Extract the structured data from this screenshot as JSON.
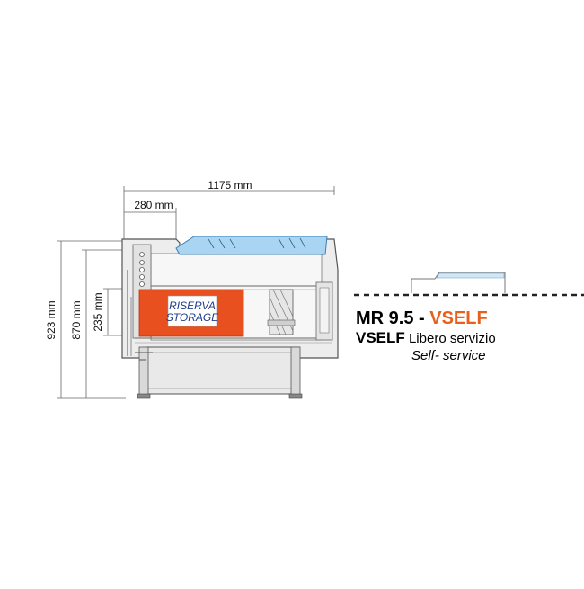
{
  "dimensions": {
    "width_total": "1175 mm",
    "width_partial": "280 mm",
    "height_total": "923 mm",
    "height_counter": "870 mm",
    "height_storage": "235 mm"
  },
  "storage_label": {
    "line1": "RISERVA",
    "line2": "STORAGE"
  },
  "model": {
    "code": "MR 9.5 - ",
    "variant": "VSELF",
    "subtitle_code": "VSELF",
    "subtitle_it": " Libero servizio",
    "subtitle_en": "Self- service"
  },
  "colors": {
    "storage_fill": "#e8501f",
    "glass_fill": "#a9d5f2",
    "accent_text": "#e8601c",
    "line": "#555555"
  }
}
